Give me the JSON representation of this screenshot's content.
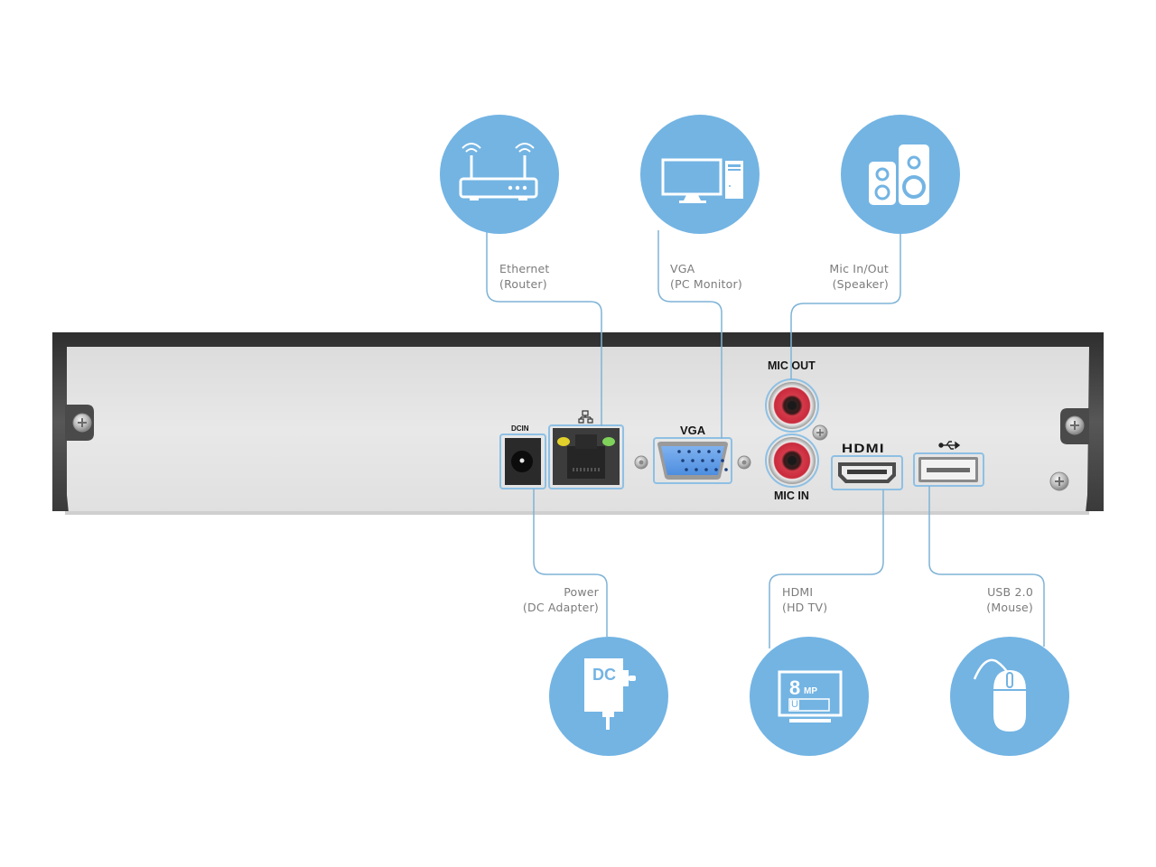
{
  "diagram": {
    "title": "NVR rear panel connections",
    "accent_color": "#73b4e3",
    "line_color": "#7fb3d6",
    "device": {
      "panel_color": "#e4e4e4",
      "frame_color": "#4a4a4a",
      "ports": {
        "dc_in": "DCIN",
        "ethernet_symbol": "network-icon",
        "vga": "VGA",
        "mic_out": "MIC OUT",
        "mic_in": "MIC IN",
        "hdmi": "HDMI",
        "usb_symbol": "usb-icon"
      }
    },
    "connections": [
      {
        "id": "ethernet",
        "line1": "Ethernet",
        "line2": "(Router)",
        "icon": "router-icon",
        "position": "top"
      },
      {
        "id": "vga",
        "line1": "VGA",
        "line2": "(PC Monitor)",
        "icon": "pc-monitor-icon",
        "position": "top"
      },
      {
        "id": "mic",
        "line1": "Mic In/Out",
        "line2": "(Speaker)",
        "icon": "speaker-icon",
        "position": "top"
      },
      {
        "id": "power",
        "line1": "Power",
        "line2": "(DC Adapter)",
        "icon": "dc-adapter-icon",
        "icon_text": "DC",
        "position": "bottom"
      },
      {
        "id": "hdmi",
        "line1": "HDMI",
        "line2": "(HD TV)",
        "icon": "uhd-tv-icon",
        "icon_text_big": "8",
        "icon_text_mp": "MP",
        "icon_text_uhd": "UHD",
        "position": "bottom"
      },
      {
        "id": "usb",
        "line1": "USB 2.0",
        "line2": "(Mouse)",
        "icon": "mouse-icon",
        "position": "bottom"
      }
    ]
  }
}
